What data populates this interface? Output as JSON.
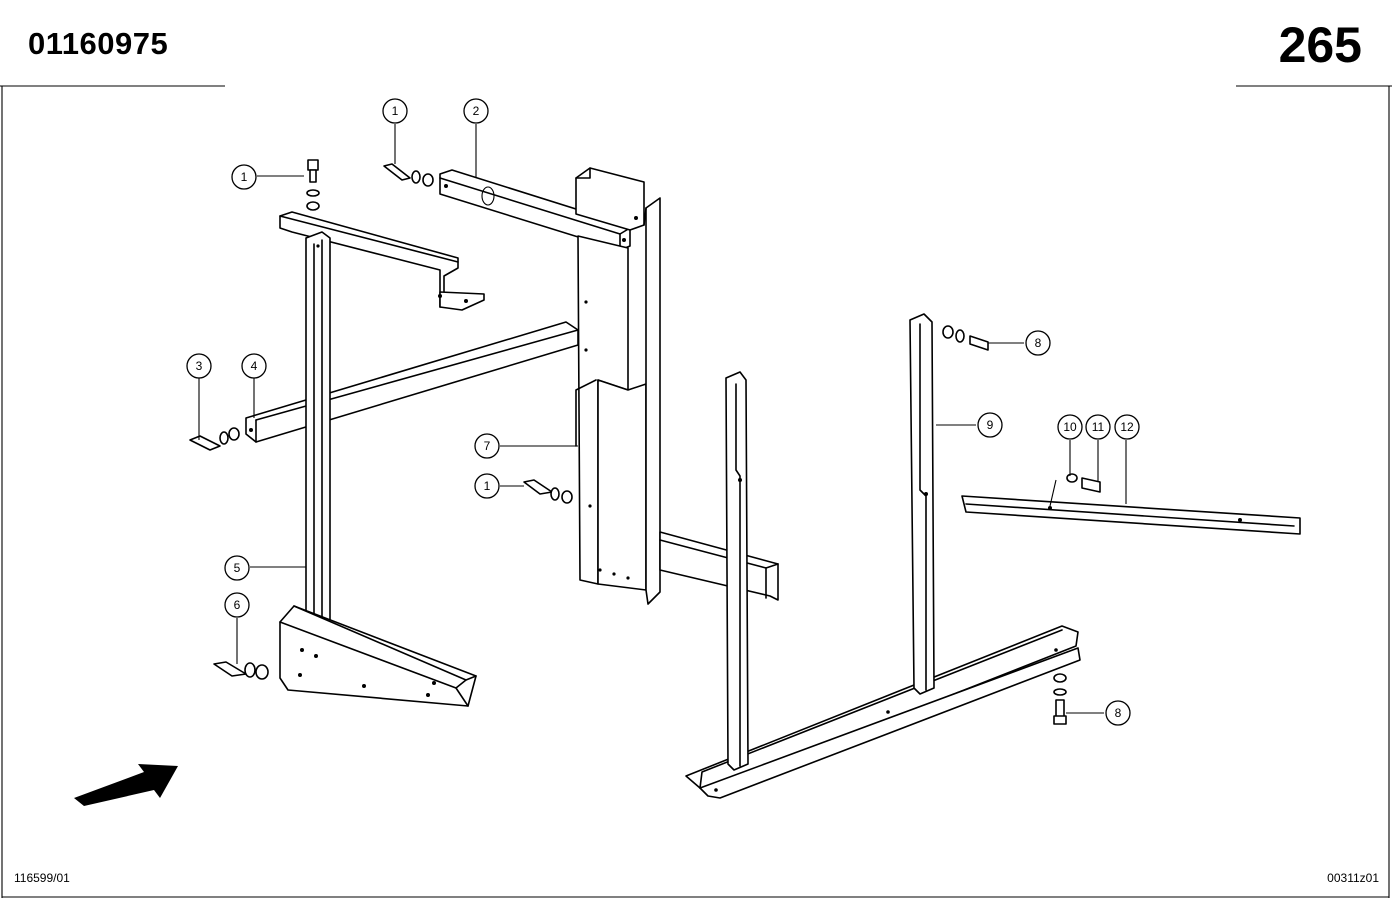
{
  "header": {
    "document_number": "01160975",
    "page_number": "265"
  },
  "footer": {
    "left_code": "116599/01",
    "right_code": "00311z01"
  },
  "callouts": [
    {
      "label": "1"
    },
    {
      "label": "2"
    },
    {
      "label": "1"
    },
    {
      "label": "3"
    },
    {
      "label": "4"
    },
    {
      "label": "7"
    },
    {
      "label": "1"
    },
    {
      "label": "5"
    },
    {
      "label": "6"
    },
    {
      "label": "8"
    },
    {
      "label": "9"
    },
    {
      "label": "10"
    },
    {
      "label": "11"
    },
    {
      "label": "12"
    },
    {
      "label": "8"
    }
  ],
  "icons": {
    "direction_arrow": "arrow-icon"
  }
}
